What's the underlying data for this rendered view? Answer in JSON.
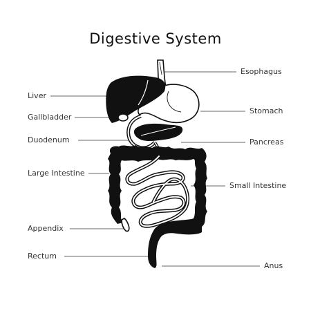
{
  "title": "Digestive System",
  "colors": {
    "ink": "#111111",
    "line": "#666666",
    "paper": "#ffffff"
  },
  "labels_left": [
    {
      "key": "liver",
      "text": "Liver"
    },
    {
      "key": "gallbladder",
      "text": "Gallbladder"
    },
    {
      "key": "duodenum",
      "text": "Duodenum"
    },
    {
      "key": "large_intestine",
      "text": "Large Intestine"
    },
    {
      "key": "appendix",
      "text": "Appendix"
    },
    {
      "key": "rectum",
      "text": "Rectum"
    }
  ],
  "labels_right": [
    {
      "key": "esophagus",
      "text": "Esophagus"
    },
    {
      "key": "stomach",
      "text": "Stomach"
    },
    {
      "key": "pancreas",
      "text": "Pancreas"
    },
    {
      "key": "small_intestine",
      "text": "Small Intestine"
    },
    {
      "key": "anus",
      "text": "Anus"
    }
  ]
}
